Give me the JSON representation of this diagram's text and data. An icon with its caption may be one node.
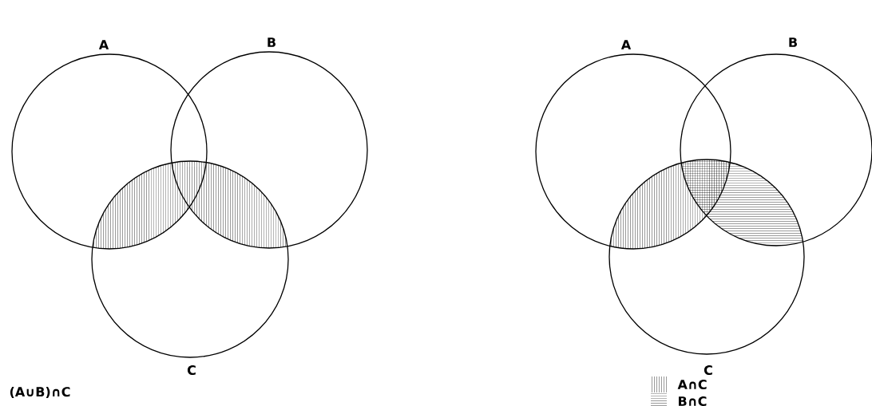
{
  "diagram": {
    "nodes": [
      {
        "text": [
          "A"
        ]
      },
      {
        "text": [
          "B"
        ]
      },
      {
        "text": [
          "C"
        ]
      },
      {
        "text": [
          "A"
        ]
      },
      {
        "text": [
          "B"
        ]
      },
      {
        "text": [
          "C"
        ]
      }
    ],
    "labels": [
      "(A∪B)∩C"
    ],
    "legend": [
      {
        "text": "A∩C"
      },
      {
        "text": "B∩C"
      }
    ]
  }
}
